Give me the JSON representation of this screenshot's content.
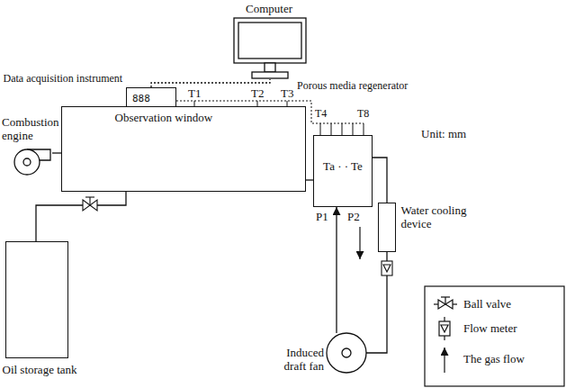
{
  "diagram": {
    "nodes": [
      {
        "text": [
          "Computer"
        ]
      },
      {
        "text": [
          "Data acquisition instrument"
        ]
      },
      {
        "text": [
          "Combustion engine"
        ]
      },
      {
        "text": [
          "Observation window"
        ]
      },
      {
        "text": [
          "Ta · · Te"
        ]
      },
      {
        "text": [
          "Water cooling device"
        ]
      },
      {
        "text": [
          "Oil storage tank"
        ]
      },
      {
        "text": [
          "Induced draft fan"
        ]
      }
    ],
    "edges": [
      {
        "from": 1,
        "to": 0,
        "arrow": "none"
      },
      {
        "from": 2,
        "to": 3,
        "arrow": "none"
      },
      {
        "from": 6,
        "to": 3,
        "arrow": "none"
      },
      {
        "from": 3,
        "to": 4,
        "arrow": "none"
      },
      {
        "from": 4,
        "to": 5,
        "arrow": "none"
      },
      {
        "from": 5,
        "to": 7,
        "arrow": "none"
      },
      {
        "from": 7,
        "to": 4,
        "arrow": "to"
      }
    ],
    "labels": [
      "T1",
      "T2",
      "T3",
      "Porous media regenerator",
      "T4",
      "T8",
      "Unit: mm",
      "888",
      "P1",
      "P2"
    ],
    "legend": [
      {
        "text": "Ball valve"
      },
      {
        "text": "Flow meter"
      },
      {
        "text": "The gas flow"
      }
    ]
  }
}
